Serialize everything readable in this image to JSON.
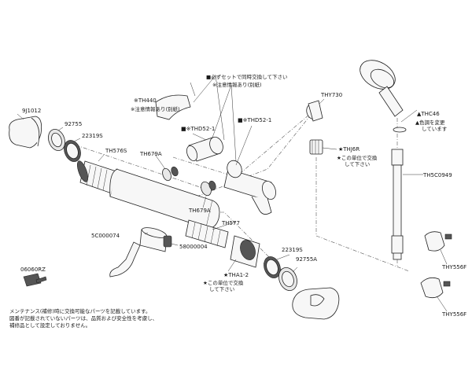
{
  "notes": {
    "must_set": "■必ずセットで同時交換して下さい",
    "caution_top": "※注意情報あり(別紙)",
    "caution_th440": "※注意情報あり(別紙)",
    "set_thj6r": [
      "★この単位で交換",
      "して下さい"
    ],
    "set_tha12": [
      "★この単位で交換",
      "して下さい"
    ],
    "color_change": [
      "▲色調を変更",
      "しています"
    ],
    "footer": [
      "メンテナンス(補修)時に交換可能なパーツを記載しています。",
      "図番が記載されていないパーツは、品質および安全性を考慮し、",
      "補修品として設定しておりません。"
    ]
  },
  "labels": {
    "9j1012": "9J1012",
    "92755": "92755",
    "22319s_top": "22319S",
    "th576s": "TH576S",
    "th440": "※TH440",
    "thd52_a": "■※THD52-1",
    "thd52_b": "■※THD52-1",
    "th679a_a": "TH679A",
    "th679a_b": "TH679A",
    "thy730": "THY730",
    "thj6r": "★THJ6R",
    "thc46": "▲THC46",
    "th5c0949": "TH5C0949",
    "th577": "TH577",
    "5c000074": "5C000074",
    "58000004": "58000004",
    "22319s_bot": "22319S",
    "92755a": "92755A",
    "tha12": "★THA1-2",
    "06060rz": "06060RZ",
    "thy556f_a": "THY556F",
    "thy556f_b": "THY556F"
  }
}
